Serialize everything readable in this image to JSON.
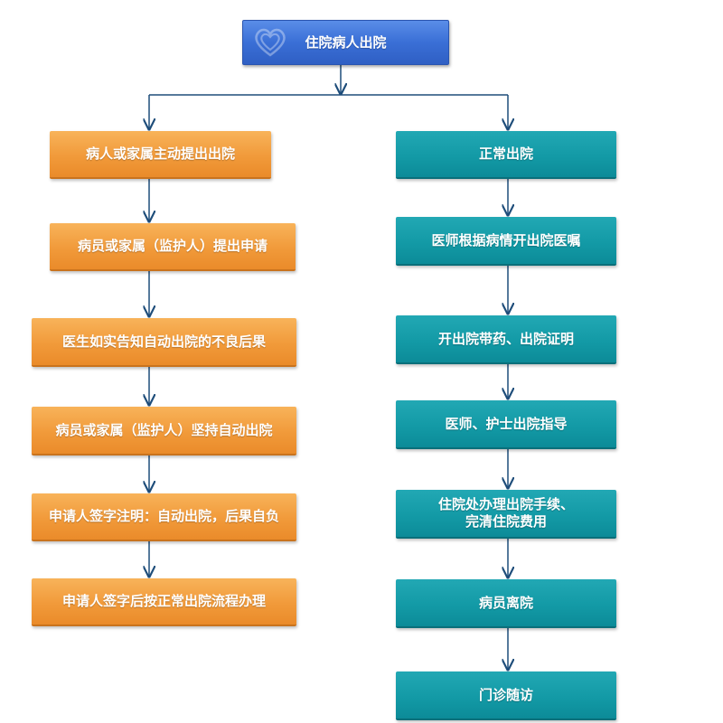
{
  "title": "住院病人出院",
  "left_steps": [
    "病人或家属主动提出出院",
    "病员或家属（监护人）提出申请",
    "医生如实告知自动出院的不良后果",
    "病员或家属（监护人）坚持自动出院",
    "申请人签字注明：自动出院，后果自负",
    "申请人签字后按正常出院流程办理"
  ],
  "right_steps": [
    "正常出院",
    "医师根据病情开出院医嘱",
    "开出院带药、出院证明",
    "医师、护士出院指导",
    [
      "住院处办理出院手续、",
      "完清住院费用"
    ],
    "病员离院",
    "门诊随访"
  ],
  "colors": {
    "title_box": "#3a6fd6",
    "left_boxes": "#f19a3a",
    "right_boxes": "#139aa6",
    "connectors": "#1e4d7a"
  }
}
